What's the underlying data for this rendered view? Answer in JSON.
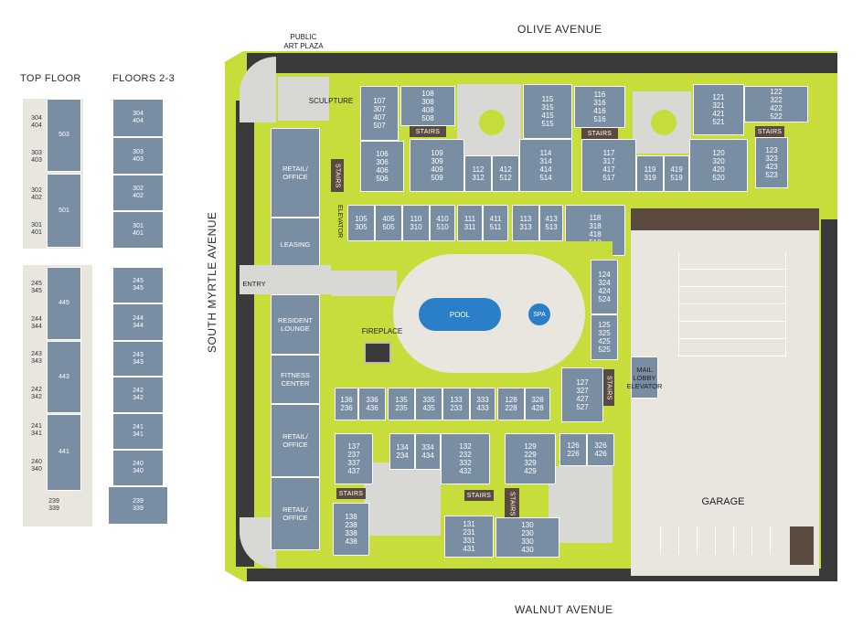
{
  "streets": {
    "north": "OLIVE AVENUE",
    "south": "WALNUT AVENUE",
    "west": "SOUTH MYRTLE AVENUE"
  },
  "legend": {
    "top_floor_title": "TOP FLOOR",
    "floors_title": "FLOORS 2-3",
    "top_floor": [
      {
        "left": "304\n404",
        "box": "503"
      },
      {
        "left": "303\n403",
        "box": ""
      },
      {
        "left": "302\n402",
        "box": "501"
      },
      {
        "left": "301\n401",
        "box": ""
      },
      {
        "left": "245\n345",
        "box": "445"
      },
      {
        "left": "244\n344",
        "box": ""
      },
      {
        "left": "243\n343",
        "box": "443"
      },
      {
        "left": "242\n342",
        "box": ""
      },
      {
        "left": "241\n341",
        "box": "441"
      },
      {
        "left": "240\n340",
        "box": ""
      },
      {
        "left": "239\n339",
        "box": ""
      }
    ],
    "floors": [
      "304\n404",
      "303\n403",
      "302\n402",
      "301\n401",
      "245\n345",
      "244\n344",
      "243\n343",
      "242\n342",
      "241\n341",
      "240\n340",
      "239\n339"
    ]
  },
  "amenities": {
    "public_art_plaza": "PUBLIC\nART PLAZA",
    "sculpture": "SCULPTURE",
    "retail_office_1": "RETAIL/\nOFFICE",
    "leasing": "LEASING",
    "entry": "ENTRY",
    "resident_lounge": "RESIDENT\nLOUNGE",
    "fitness_center": "FITNESS\nCENTER",
    "retail_office_2": "RETAIL/\nOFFICE",
    "retail_office_3": "RETAIL/\nOFFICE",
    "fireplace": "FIREPLACE",
    "pool": "POOL",
    "spa": "SPA",
    "mail_lobby_elevator": "MAIL\nLOBBY\nELEVATOR",
    "garage": "GARAGE",
    "elevator": "ELEVATOR"
  },
  "stairs_label": "STAIRS",
  "units": {
    "u107": "107\n307\n407\n507",
    "u108": "108\n308\n408\n508",
    "u115": "115\n315\n415\n515",
    "u116": "116\n316\n416\n516",
    "u121": "121\n321\n421\n521",
    "u122": "122\n322\n422\n522",
    "u106": "106\n306\n406\n506",
    "u109": "109\n309\n409\n509",
    "u112": "112\n312",
    "u412": "412\n512",
    "u114": "114\n314\n414\n514",
    "u117": "117\n317\n417\n517",
    "u119": "119\n319",
    "u419": "419\n519",
    "u120": "120\n320\n420\n520",
    "u123": "123\n323\n423\n523",
    "u105": "105\n305",
    "u405": "405\n505",
    "u110": "110\n310",
    "u410": "410\n510",
    "u111": "111\n311",
    "u411": "411\n511",
    "u113": "113\n313",
    "u413": "413\n513",
    "u118": "118\n318\n418\n518",
    "u124": "124\n324\n424\n524",
    "u125": "125\n325\n425\n525",
    "u127": "127\n327\n427\n527",
    "u136": "136\n236",
    "u336": "336\n436",
    "u135": "135\n235",
    "u335": "335\n435",
    "u133": "133\n233",
    "u333": "333\n433",
    "u128": "128\n228",
    "u328": "328\n428",
    "u137": "137\n237\n337\n437",
    "u134": "134\n234",
    "u334": "334\n434",
    "u132": "132\n232\n332\n432",
    "u129": "129\n229\n329\n429",
    "u126": "126\n226",
    "u326": "326\n426",
    "u138": "138\n238\n338\n438",
    "u131": "131\n231\n331\n431",
    "u130": "130\n230\n330\n430"
  },
  "colors": {
    "unit": "#7a8ea3",
    "green": "#c6dd3c",
    "wall": "#3a3a3a",
    "pool": "#2a7fc8",
    "stairs": "#5a4a3f"
  }
}
